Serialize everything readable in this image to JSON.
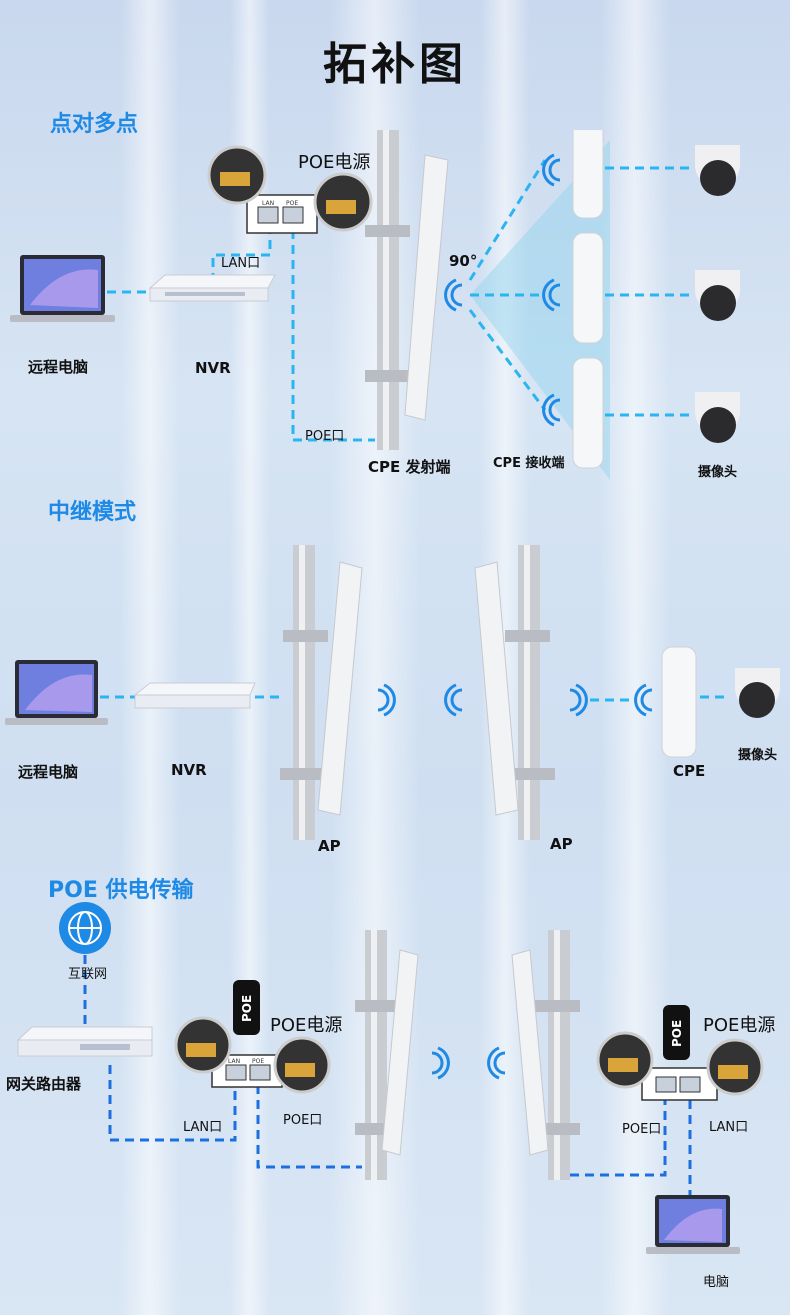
{
  "title": "拓补图",
  "sections": {
    "p2mp": {
      "heading": "点对多点",
      "poe_power": "POE电源",
      "lan_port": "LAN口",
      "poe_port": "POE口",
      "angle": "90°",
      "computer": "远程电脑",
      "nvr": "NVR",
      "cpe_tx": "CPE 发射端",
      "cpe_rx": "CPE 接收端",
      "camera": "摄像头",
      "port_labels": [
        "LAN",
        "POE"
      ]
    },
    "relay": {
      "heading": "中继模式",
      "computer": "远程电脑",
      "nvr": "NVR",
      "ap_left": "AP",
      "ap_right": "AP",
      "cpe": "CPE",
      "camera": "摄像头"
    },
    "poe": {
      "heading": "POE 供电传输",
      "internet": "互联网",
      "router": "网关路由器",
      "poe_power_left": "POE电源",
      "poe_power_right": "POE电源",
      "lan_port_left": "LAN口",
      "poe_port_left": "POE口",
      "poe_port_right": "POE口",
      "lan_port_right": "LAN口",
      "computer": "电脑",
      "injector_text": "POE",
      "port_labels": [
        "LAN",
        "POE"
      ]
    }
  }
}
